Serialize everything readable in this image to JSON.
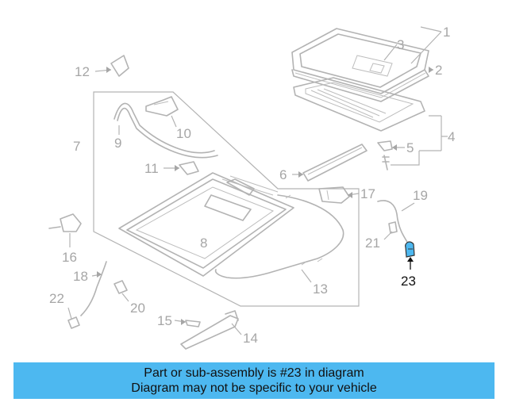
{
  "diagram": {
    "labels": {
      "p1": "1",
      "p2": "2",
      "p3": "3",
      "p4": "4",
      "p5": "5",
      "p6": "6",
      "p7": "7",
      "p8": "8",
      "p9": "9",
      "p10": "10",
      "p11": "11",
      "p12": "12",
      "p13": "13",
      "p14": "14",
      "p15": "15",
      "p16": "16",
      "p17": "17",
      "p18": "18",
      "p19": "19",
      "p20": "20",
      "p21": "21",
      "p22": "22",
      "p23": "23"
    },
    "highlighted_part": "23",
    "colors": {
      "line": "#b3b3b3",
      "label": "#a6a6a6",
      "highlight": "#111111",
      "part_blue": "#4db8f0"
    }
  },
  "banner": {
    "line1": "Part or sub-assembly is #23 in diagram",
    "line2": "Diagram may not be specific to your vehicle",
    "color": "#4db8f0"
  }
}
